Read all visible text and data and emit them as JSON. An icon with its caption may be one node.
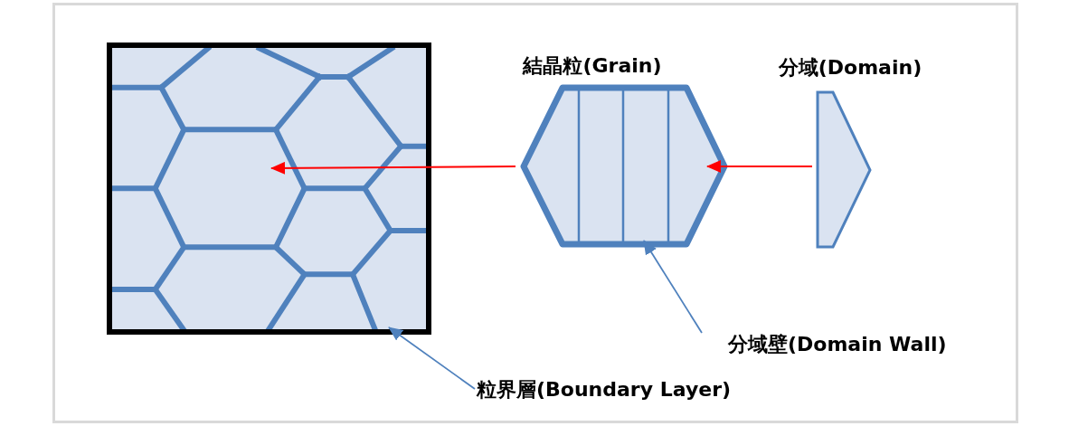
{
  "diagram": {
    "nodes": [
      {
        "text": [],
        "shape": "box"
      },
      {
        "text": [
          "結晶粒(Grain)"
        ]
      },
      {
        "text": [
          "分域(Domain)"
        ]
      },
      {
        "text": [
          "分域壁(Domain Wall)"
        ]
      },
      {
        "text": [
          "粒界層(Boundary Layer)"
        ]
      }
    ],
    "edges": [
      {
        "from": 1,
        "to": 0,
        "arrow": "to",
        "color": "#ff0000"
      },
      {
        "from": 2,
        "to": 1,
        "arrow": "to",
        "color": "#ff0000"
      },
      {
        "from": 3,
        "to": 1,
        "arrow": "to",
        "color": "#4f81bd"
      },
      {
        "from": 4,
        "to": 0,
        "arrow": "to",
        "color": "#4f81bd"
      }
    ]
  }
}
